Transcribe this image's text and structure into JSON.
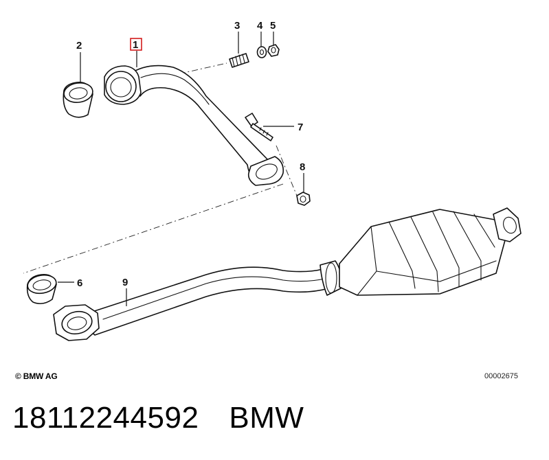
{
  "diagram": {
    "callouts": {
      "p1": "1",
      "p2": "2",
      "p3": "3",
      "p4": "4",
      "p5": "5",
      "p6": "6",
      "p7": "7",
      "p8": "8",
      "p9": "9"
    },
    "highlighted_callout": "1",
    "copyright": "© BMW AG",
    "image_code": "00002675"
  },
  "footer": {
    "part_number": "18112244592",
    "brand": "BMW"
  }
}
